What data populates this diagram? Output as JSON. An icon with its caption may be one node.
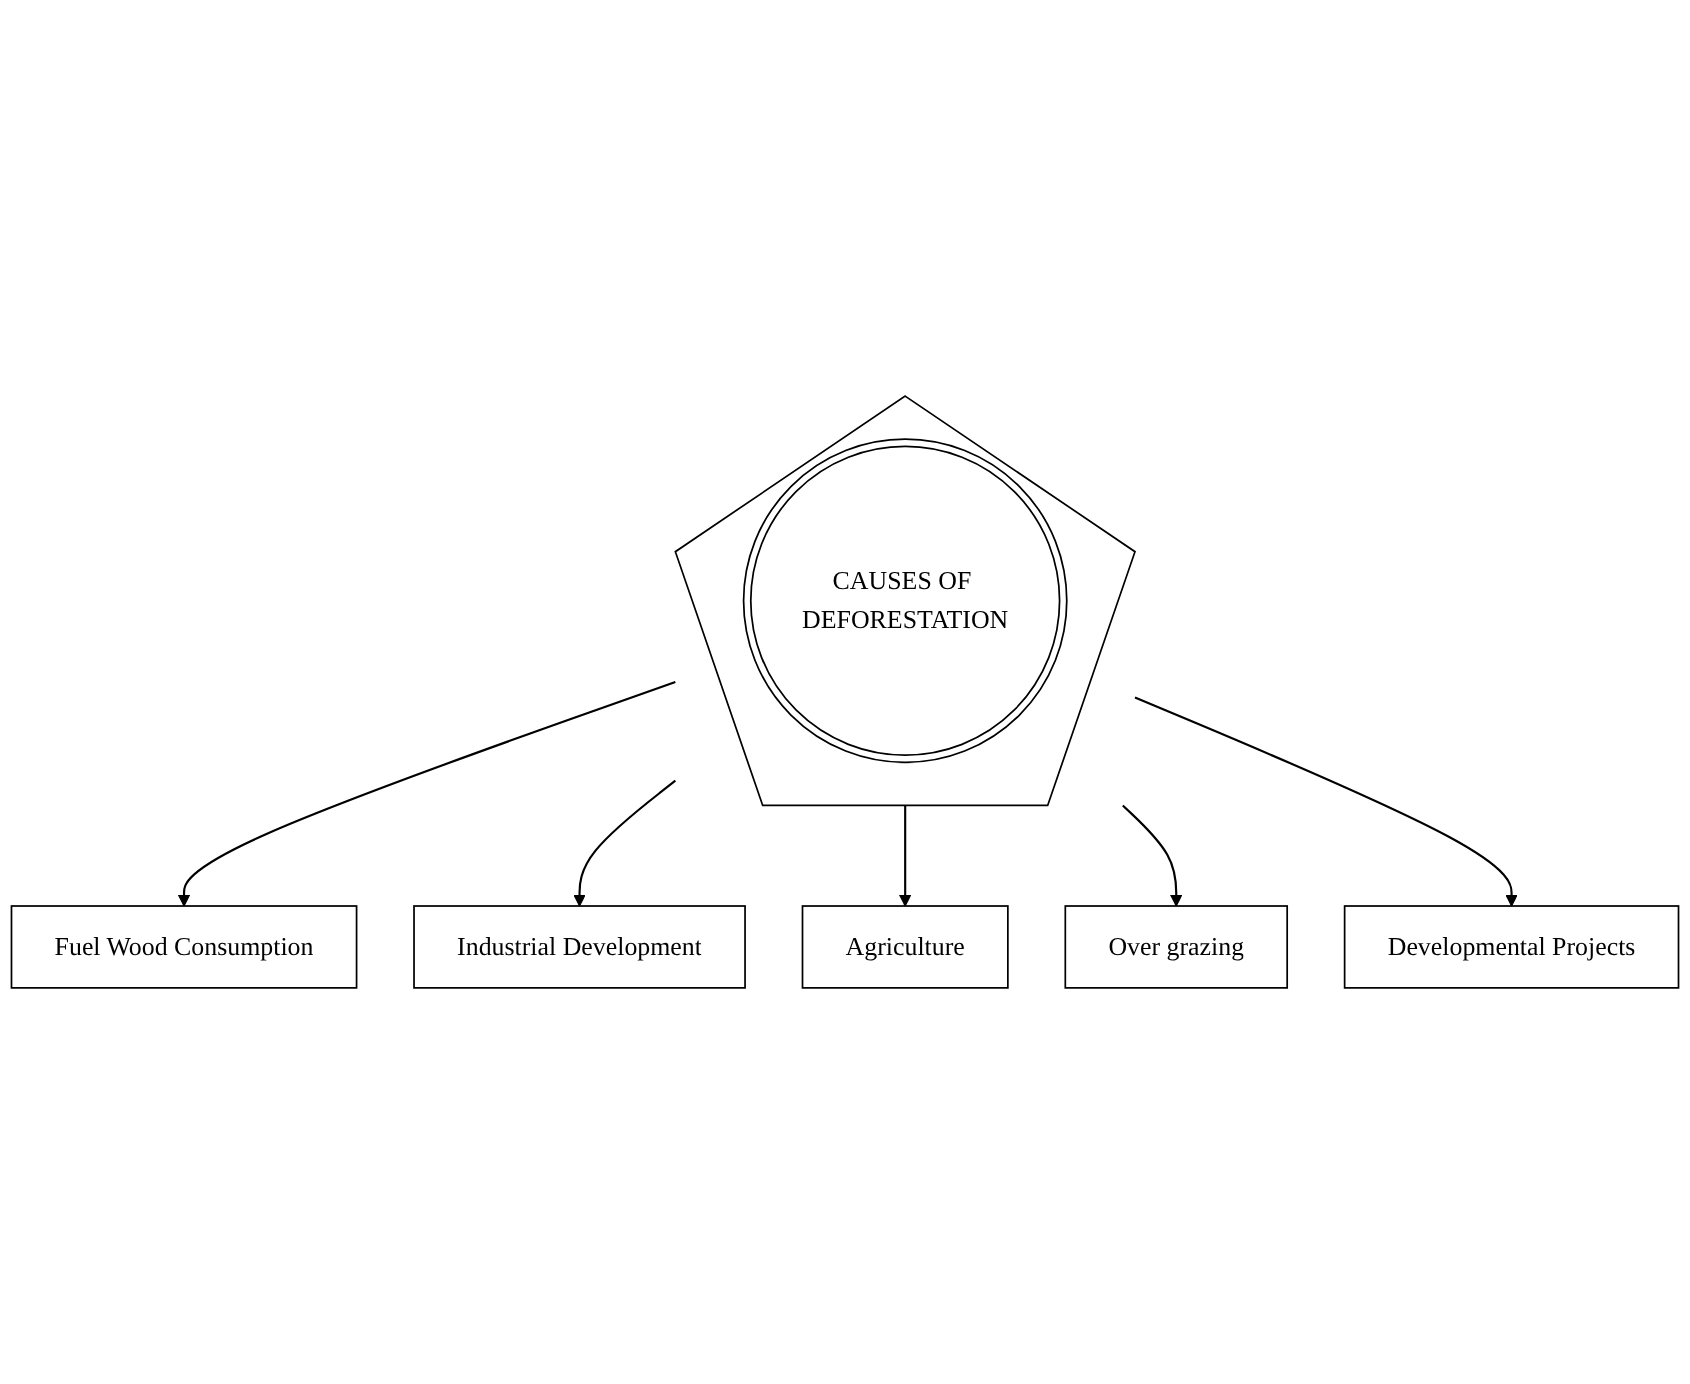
{
  "diagram": {
    "nodes": [
      {
        "text": [],
        "shape": "pentagon"
      },
      {
        "text": [
          "CAUSES OF DEFORESTATION"
        ],
        "in": 0
      },
      {
        "text": [
          "Fuel Wood Consumption"
        ]
      },
      {
        "text": [
          "Industrial Development"
        ]
      },
      {
        "text": [
          "Agriculture"
        ]
      },
      {
        "text": [
          "Over grazing"
        ]
      },
      {
        "text": [
          "Developmental Projects"
        ]
      }
    ],
    "edges": [
      {
        "from": 0,
        "to": 2,
        "arrow": "to"
      },
      {
        "from": 0,
        "to": 3,
        "arrow": "to"
      },
      {
        "from": 0,
        "to": 4,
        "arrow": "to"
      },
      {
        "from": 0,
        "to": 5,
        "arrow": "to"
      },
      {
        "from": 0,
        "to": 6,
        "arrow": "to"
      }
    ]
  }
}
